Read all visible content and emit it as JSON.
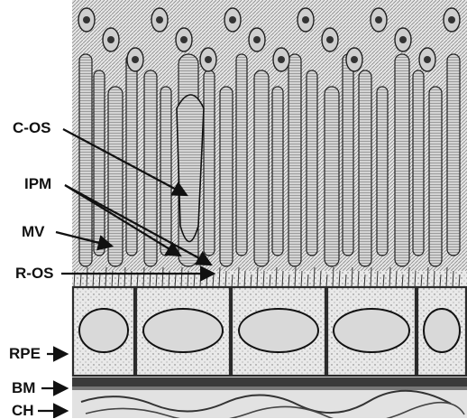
{
  "figure": {
    "labels": {
      "c_os": "C-OS",
      "ipm": "IPM",
      "mv": "MV",
      "r_os": "R-OS",
      "rpe": "RPE",
      "bm": "BM",
      "ch": "CH"
    }
  },
  "colors": {
    "ink": "#111111",
    "paper": "#ffffff",
    "cell_fill": "#dcdcdc",
    "nucleus_fill": "#cfcfcf",
    "membrane": "#2b2b2b"
  }
}
